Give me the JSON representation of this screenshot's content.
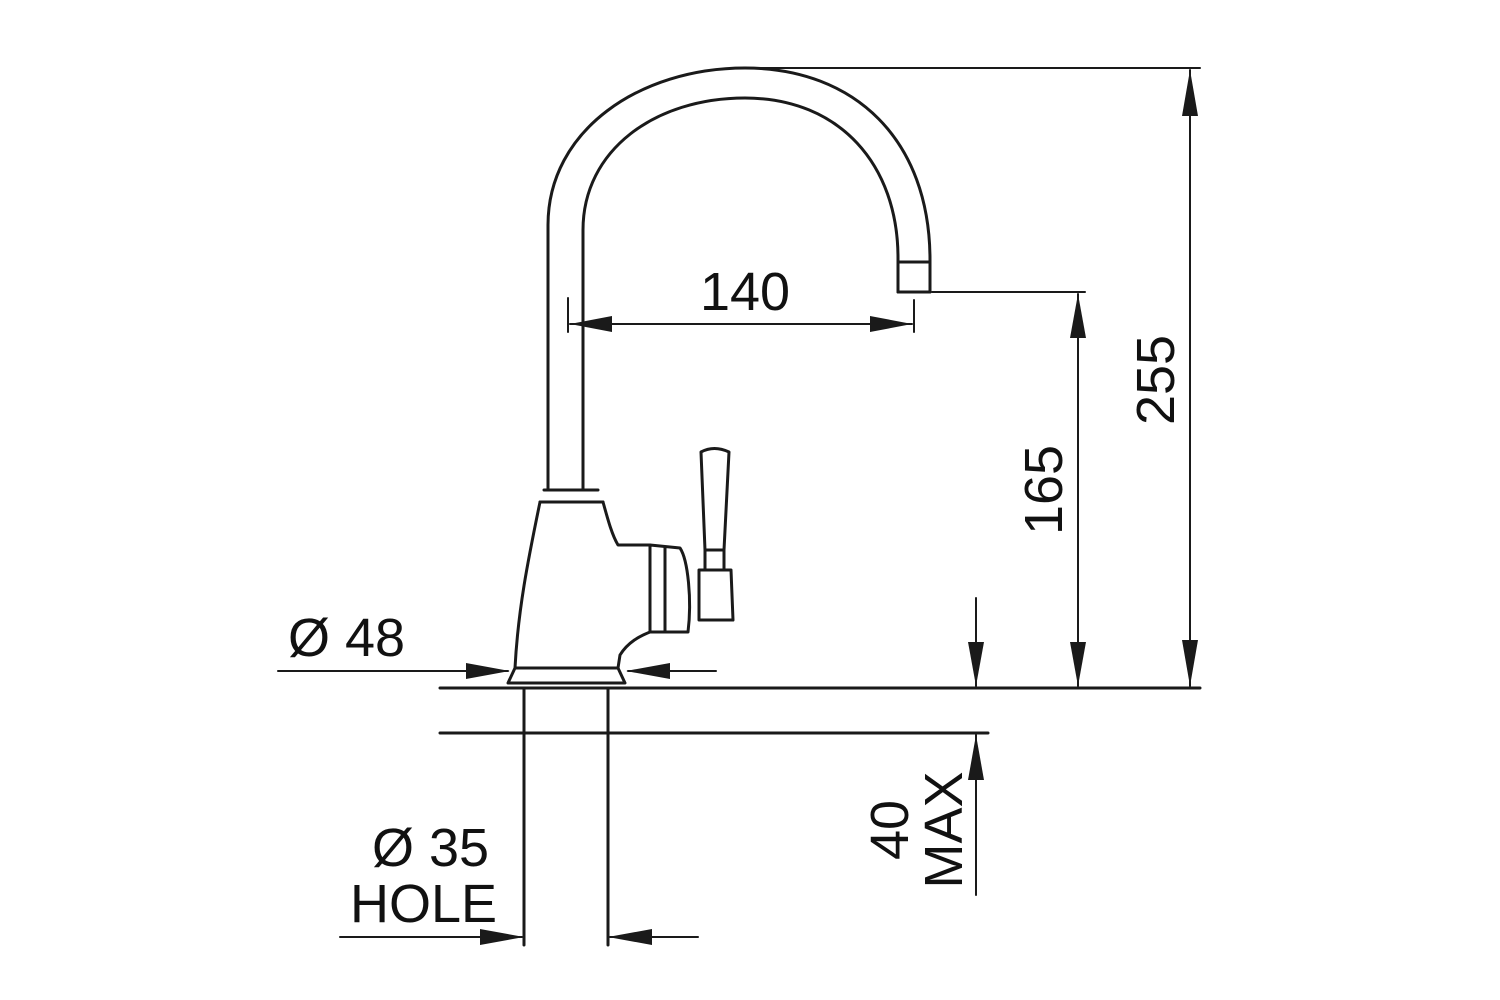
{
  "dimensions": {
    "spout_reach": "140",
    "spout_height": "165",
    "overall_height": "255",
    "base_diameter": "Ø 48",
    "hole_diameter": "Ø 35",
    "hole_label": "HOLE",
    "max_thickness": "40",
    "max_label": "MAX"
  },
  "colors": {
    "line": "#1a1a1a",
    "background": "#ffffff"
  }
}
